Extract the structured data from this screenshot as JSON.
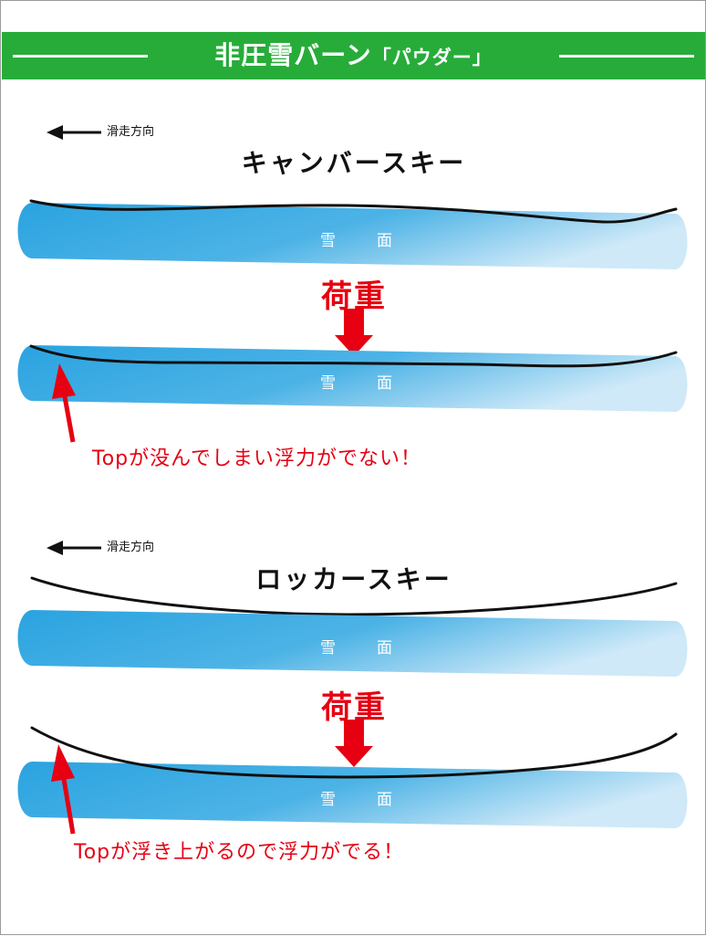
{
  "banner": {
    "title": "非圧雪バーン",
    "subtitle": "「パウダー」",
    "bg_color": "#27ac3a"
  },
  "sections": [
    {
      "direction_label": "滑走方向",
      "ski_title": "キャンバースキー",
      "snow_label_top": "雪　面",
      "load_label": "荷重",
      "snow_label_bottom": "雪　面",
      "note": "Topが没んでしまい浮力がでない！"
    },
    {
      "direction_label": "滑走方向",
      "ski_title": "ロッカースキー",
      "snow_label_top": "雪　面",
      "load_label": "荷重",
      "snow_label_bottom": "雪　面",
      "note": "Topが浮き上がるので浮力がでる！"
    }
  ],
  "colors": {
    "snow_top": "#2aa3e0",
    "snow_bottom": "#cfe9f8",
    "load_red": "#e60012",
    "ski_line": "#111111"
  },
  "icons": {
    "direction": "left-arrow-icon",
    "load": "down-arrow-icon",
    "pointer": "up-arrow-icon"
  }
}
